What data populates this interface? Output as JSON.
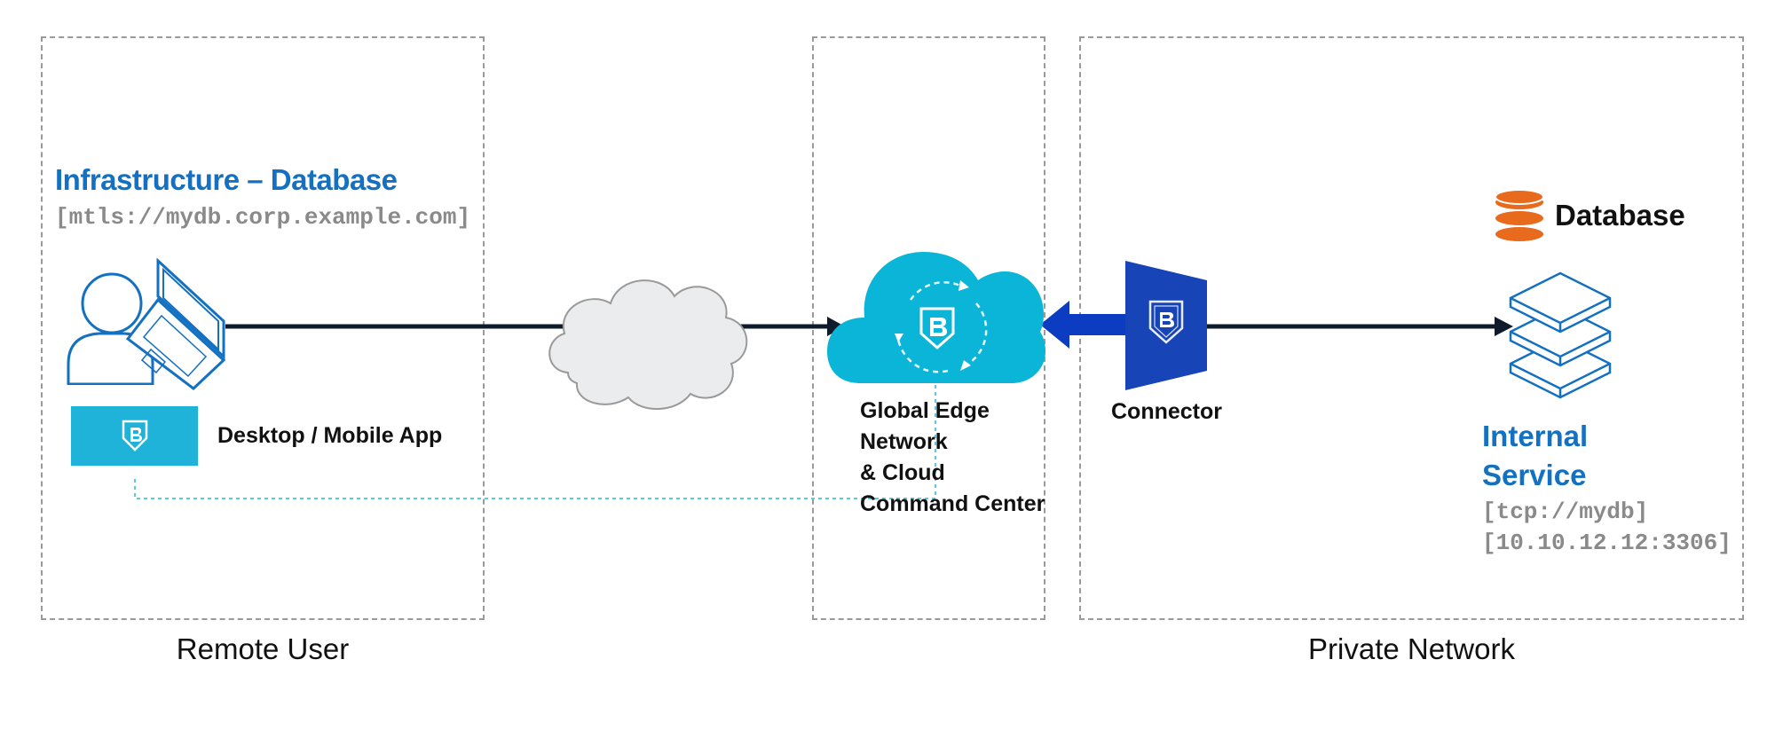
{
  "zones": {
    "remote_user": {
      "caption": "Remote User"
    },
    "edge": {
      "caption": ""
    },
    "private_network": {
      "caption": "Private Network"
    }
  },
  "client": {
    "title_part1": "Infrastructure",
    "title_part2": "– Database",
    "address": "[mtls://mydb.corp.example.com]",
    "app_label": "Desktop / Mobile App"
  },
  "edge": {
    "label_lines": [
      "Global Edge",
      "Network",
      "& Cloud",
      "Command Center"
    ]
  },
  "connector": {
    "label": "Connector"
  },
  "service": {
    "database_label": "Database",
    "title_lines": [
      "Internal",
      "Service"
    ],
    "address_lines": [
      "[tcp://mydb]",
      "[10.10.12.12:3306]"
    ]
  },
  "colors": {
    "accent_blue": "#1470c0",
    "cloud_cyan": "#0bb5d8",
    "app_tile": "#1fb3d9",
    "connector_blue": "#1745b8",
    "arrow_blue": "#0b3cc1",
    "database_orange": "#e86a1c",
    "internet_cloud_fill": "#ebeced",
    "line_dark": "#0f1b2b",
    "dotted_line": "#5ccbe0"
  },
  "icons": {
    "user": "user-icon",
    "laptop": "laptop-icon",
    "app": "shield-logo-icon",
    "internet": "cloud-icon",
    "edge": "cloud-sync-icon",
    "connector": "connector-icon",
    "database": "database-icon",
    "service": "layers-stack-icon"
  }
}
